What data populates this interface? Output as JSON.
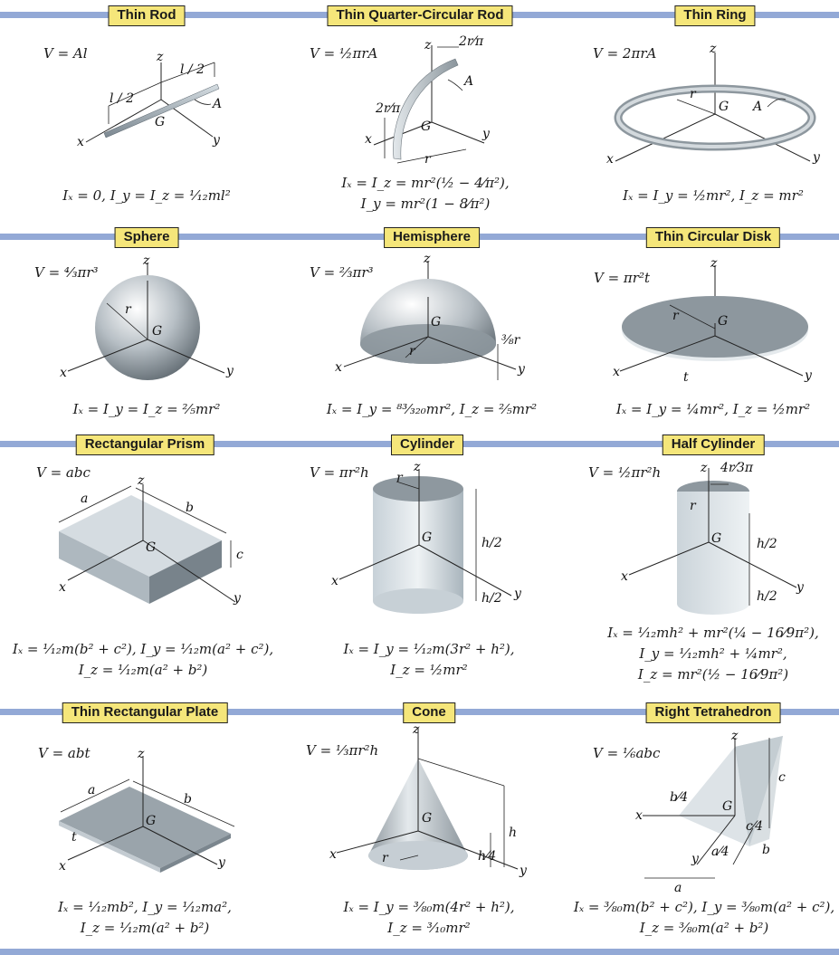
{
  "bands": [
    {
      "title": "Thin Rod"
    },
    {
      "title": "Thin Quarter-Circular Rod"
    },
    {
      "title": "Thin Ring"
    },
    {
      "title": "Sphere"
    },
    {
      "title": "Hemisphere"
    },
    {
      "title": "Thin Circular Disk"
    },
    {
      "title": "Rectangular Prism"
    },
    {
      "title": "Cylinder"
    },
    {
      "title": "Half Cylinder"
    },
    {
      "title": "Thin Rectangular Plate"
    },
    {
      "title": "Cone"
    },
    {
      "title": "Right Tetrahedron"
    }
  ],
  "cells": {
    "thin_rod": {
      "volume": "V = Al",
      "inertia": [
        "Iₓ = 0, I_y = I_z = ¹⁄₁₂ml²"
      ],
      "labels": {
        "z": "z",
        "x": "x",
        "y": "y",
        "G": "G",
        "A": "A",
        "half1": "l / 2",
        "half2": "l / 2"
      }
    },
    "quarter_rod": {
      "volume": "V = ½πrA",
      "inertia": [
        "Iₓ = I_z = mr²(½ − 4⁄π²),",
        "I_y = mr²(1 − 8⁄π²)"
      ],
      "labels": {
        "z": "z",
        "x": "x",
        "y": "y",
        "G": "G",
        "A": "A",
        "r": "r",
        "d1": "2r⁄π",
        "d2": "2r⁄π"
      }
    },
    "thin_ring": {
      "volume": "V = 2πrA",
      "inertia": [
        "Iₓ = I_y = ½mr², I_z = mr²"
      ],
      "labels": {
        "z": "z",
        "x": "x",
        "y": "y",
        "G": "G",
        "A": "A",
        "r": "r"
      }
    },
    "sphere": {
      "volume": "V = ⁴⁄₃πr³",
      "inertia": [
        "Iₓ = I_y = I_z = ⅖mr²"
      ],
      "labels": {
        "z": "z",
        "x": "x",
        "y": "y",
        "G": "G",
        "r": "r"
      }
    },
    "hemisphere": {
      "volume": "V = ⅔πr³",
      "inertia": [
        "Iₓ = I_y = ⁸³⁄₃₂₀mr², I_z = ⅖mr²"
      ],
      "labels": {
        "z": "z",
        "x": "x",
        "y": "y",
        "G": "G",
        "r": "r",
        "d": "⅜r"
      }
    },
    "thin_disk": {
      "volume": "V = πr²t",
      "inertia": [
        "Iₓ = I_y = ¼mr², I_z = ½mr²"
      ],
      "labels": {
        "z": "z",
        "x": "x",
        "y": "y",
        "G": "G",
        "r": "r",
        "t": "t"
      }
    },
    "rect_prism": {
      "volume": "V = abc",
      "inertia": [
        "Iₓ = ¹⁄₁₂m(b² + c²), I_y = ¹⁄₁₂m(a² + c²),",
        "I_z = ¹⁄₁₂m(a² + b²)"
      ],
      "labels": {
        "z": "z",
        "x": "x",
        "y": "y",
        "G": "G",
        "a": "a",
        "b": "b",
        "c": "c"
      }
    },
    "cylinder": {
      "volume": "V = πr²h",
      "inertia": [
        "Iₓ = I_y = ¹⁄₁₂m(3r² + h²),",
        "I_z = ½mr²"
      ],
      "labels": {
        "z": "z",
        "x": "x",
        "y": "y",
        "G": "G",
        "r": "r",
        "h1": "h/2",
        "h2": "h/2"
      }
    },
    "half_cylinder": {
      "volume": "V = ½πr²h",
      "inertia": [
        "Iₓ = ¹⁄₁₂mh² + mr²(¼ − 16⁄9π²),",
        "I_y = ¹⁄₁₂mh² + ¼mr²,",
        "I_z = mr²(½ − 16⁄9π²)"
      ],
      "labels": {
        "z": "z",
        "x": "x",
        "y": "y",
        "G": "G",
        "r": "r",
        "d": "4r⁄3π",
        "h1": "h/2",
        "h2": "h/2"
      }
    },
    "thin_plate": {
      "volume": "V = abt",
      "inertia": [
        "Iₓ = ¹⁄₁₂mb², I_y = ¹⁄₁₂ma²,",
        "I_z = ¹⁄₁₂m(a² + b²)"
      ],
      "labels": {
        "z": "z",
        "x": "x",
        "y": "y",
        "G": "G",
        "a": "a",
        "b": "b",
        "t": "t"
      }
    },
    "cone": {
      "volume": "V = ⅓πr²h",
      "inertia": [
        "Iₓ = I_y = ³⁄₈₀m(4r² + h²),",
        "I_z = ³⁄₁₀mr²"
      ],
      "labels": {
        "z": "z",
        "x": "x",
        "y": "y",
        "G": "G",
        "r": "r",
        "h": "h",
        "h4": "h⁄4"
      }
    },
    "tetrahedron": {
      "volume": "V = ⅙abc",
      "inertia": [
        "Iₓ = ³⁄₈₀m(b² + c²), I_y = ³⁄₈₀m(a² + c²),",
        "I_z = ³⁄₈₀m(a² + b²)"
      ],
      "labels": {
        "z": "z",
        "x": "x",
        "y": "y",
        "G": "G",
        "a": "a",
        "b": "b",
        "c": "c",
        "b4": "b⁄4",
        "c4": "c⁄4",
        "a4": "a⁄4"
      }
    }
  }
}
